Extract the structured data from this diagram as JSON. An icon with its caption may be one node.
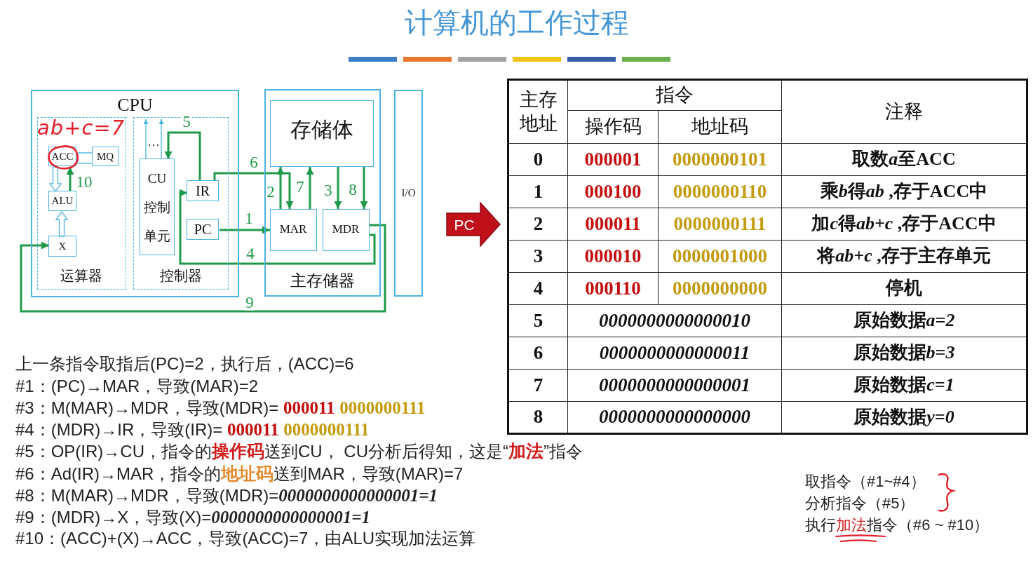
{
  "diagram": {
    "title": "计算机的工作过程",
    "nodes": [
      {
        "text": [
          "CPU"
        ]
      },
      {
        "text": [
          "运算器"
        ],
        "in": 0
      },
      {
        "text": [
          "ACC"
        ],
        "in": 1
      },
      {
        "text": [
          "MQ"
        ],
        "in": 1
      },
      {
        "text": [
          "ALU"
        ],
        "in": 1
      },
      {
        "text": [
          "X"
        ],
        "in": 1
      },
      {
        "text": [
          "控制器"
        ],
        "in": 0
      },
      {
        "text": [
          "CU 控制单元"
        ],
        "in": 6
      },
      {
        "text": [
          "IR"
        ],
        "in": 6
      },
      {
        "text": [
          "PC"
        ],
        "in": 6
      },
      {
        "text": [
          "主存储器"
        ]
      },
      {
        "text": [
          "存储体"
        ],
        "in": 10
      },
      {
        "text": [
          "MAR"
        ],
        "in": 10
      },
      {
        "text": [
          "MDR"
        ],
        "in": 10
      },
      {
        "text": [
          "I/O"
        ]
      },
      {
        "text": [
          "PC"
        ]
      }
    ],
    "edges": [
      {
        "from": 9,
        "to": 12,
        "arrow": "to",
        "label": "1"
      },
      {
        "from": 12,
        "to": 11,
        "arrow": "to",
        "label": "2"
      },
      {
        "from": 11,
        "to": 13,
        "arrow": "to",
        "label": "3"
      },
      {
        "from": 13,
        "to": 8,
        "arrow": "to",
        "label": "4"
      },
      {
        "from": 8,
        "to": 7,
        "arrow": "to",
        "label": "5"
      },
      {
        "from": 8,
        "to": 12,
        "arrow": "to",
        "label": "6"
      },
      {
        "from": 12,
        "to": 11,
        "arrow": "to",
        "label": "7"
      },
      {
        "from": 11,
        "to": 13,
        "arrow": "to",
        "label": "8"
      },
      {
        "from": 13,
        "to": 5,
        "arrow": "to",
        "label": "9"
      },
      {
        "from": 4,
        "to": 2,
        "arrow": "to",
        "label": "10"
      },
      {
        "from": 2,
        "to": 4,
        "arrow": "to",
        "style": "thick",
        "color": "#4cb4e0"
      },
      {
        "from": 5,
        "to": 4,
        "arrow": "to",
        "style": "thick",
        "color": "#4cb4e0"
      },
      {
        "from": 2,
        "to": 3,
        "arrow": "none",
        "color": "#4cb4e0"
      },
      {
        "from": 2,
        "to": 3,
        "arrow": "none",
        "color": "#4cb4e0"
      },
      {
        "from": 7,
        "to": null,
        "arrow": "to",
        "color": "#4cb4e0"
      },
      {
        "from": 7,
        "to": null,
        "arrow": "to",
        "color": "#4cb4e0"
      }
    ],
    "labels": [
      "ab+c=7",
      "主存地址",
      "指令",
      "注释",
      "操作码",
      "地址码",
      "0",
      "000001",
      "0000000101",
      "取数a至ACC",
      "1",
      "000100",
      "0000000110",
      "乘b得ab ,存于ACC中",
      "2",
      "000011",
      "0000000111",
      "加c得ab+c ,存于ACC中",
      "3",
      "000010",
      "0000001000",
      "将ab+c ,存于主存单元",
      "4",
      "000110",
      "0000000000",
      "停机",
      "5",
      "0000000000000010",
      "原始数据a=2",
      "6",
      "0000000000000011",
      "原始数据b=3",
      "7",
      "0000000000000001",
      "原始数据c=1",
      "8",
      "0000000000000000",
      "原始数据y=0",
      "上一条指令取指后(PC)=2，执行后，(ACC)=6",
      "#1：(PC)→MAR，导致(MAR)=2",
      "#3：M(MAR)→MDR，导致(MDR)= **000011** **0000000111**",
      "#4：(MDR)→IR，导致(IR)= **000011** **0000000111**",
      "#5：OP(IR)→CU，指令的**操作码**送到CU， CU分析后得知，这是“**加法**”指令",
      "#6：Ad(IR)→MAR，指令的**地址码**送到MAR，导致(MAR)=7",
      "#8：M(MAR)→MDR，导致(MDR)=*0000000000000001=1*",
      "#9：(MDR)→X，导致(X)=*0000000000000001=1*",
      "#10：(ACC)+(X)→ACC，导致(ACC)=7，由ALU实现加法运算",
      "取指令（#1~#4）",
      "分析指令（#5）",
      "执行**加法**指令（#6 ~ #10）"
    ]
  }
}
